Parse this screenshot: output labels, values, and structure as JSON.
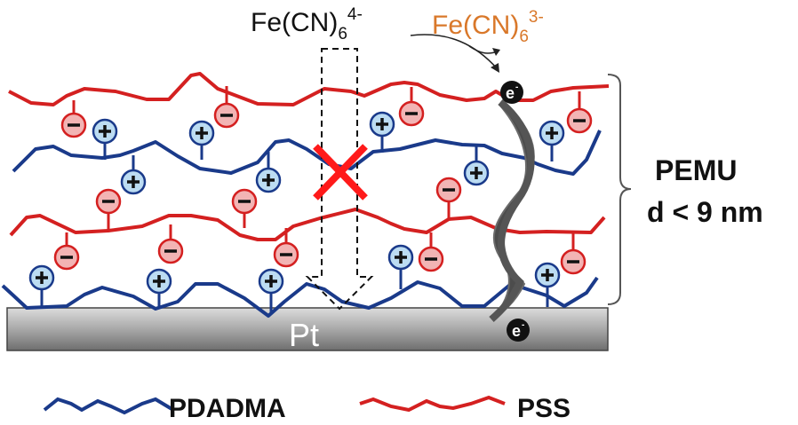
{
  "reactant": {
    "base": "Fe(CN)",
    "sub": "6",
    "sup": "4-"
  },
  "product": {
    "base": "Fe(CN)",
    "sub": "6",
    "sup": "3-"
  },
  "electrode_label": "Pt",
  "electron_label": "e",
  "electron_sup": "-",
  "pemu": {
    "line1": "PEMU",
    "line2": "d < 9 nm"
  },
  "legend": [
    {
      "label": "PDADMA",
      "color": "#1a3a8a"
    },
    {
      "label": "PSS",
      "color": "#d42020"
    }
  ],
  "colors": {
    "polycation": "#1a3a8a",
    "polyanion": "#d42020",
    "product": "#d9782a",
    "block": "#ff1a1a"
  }
}
